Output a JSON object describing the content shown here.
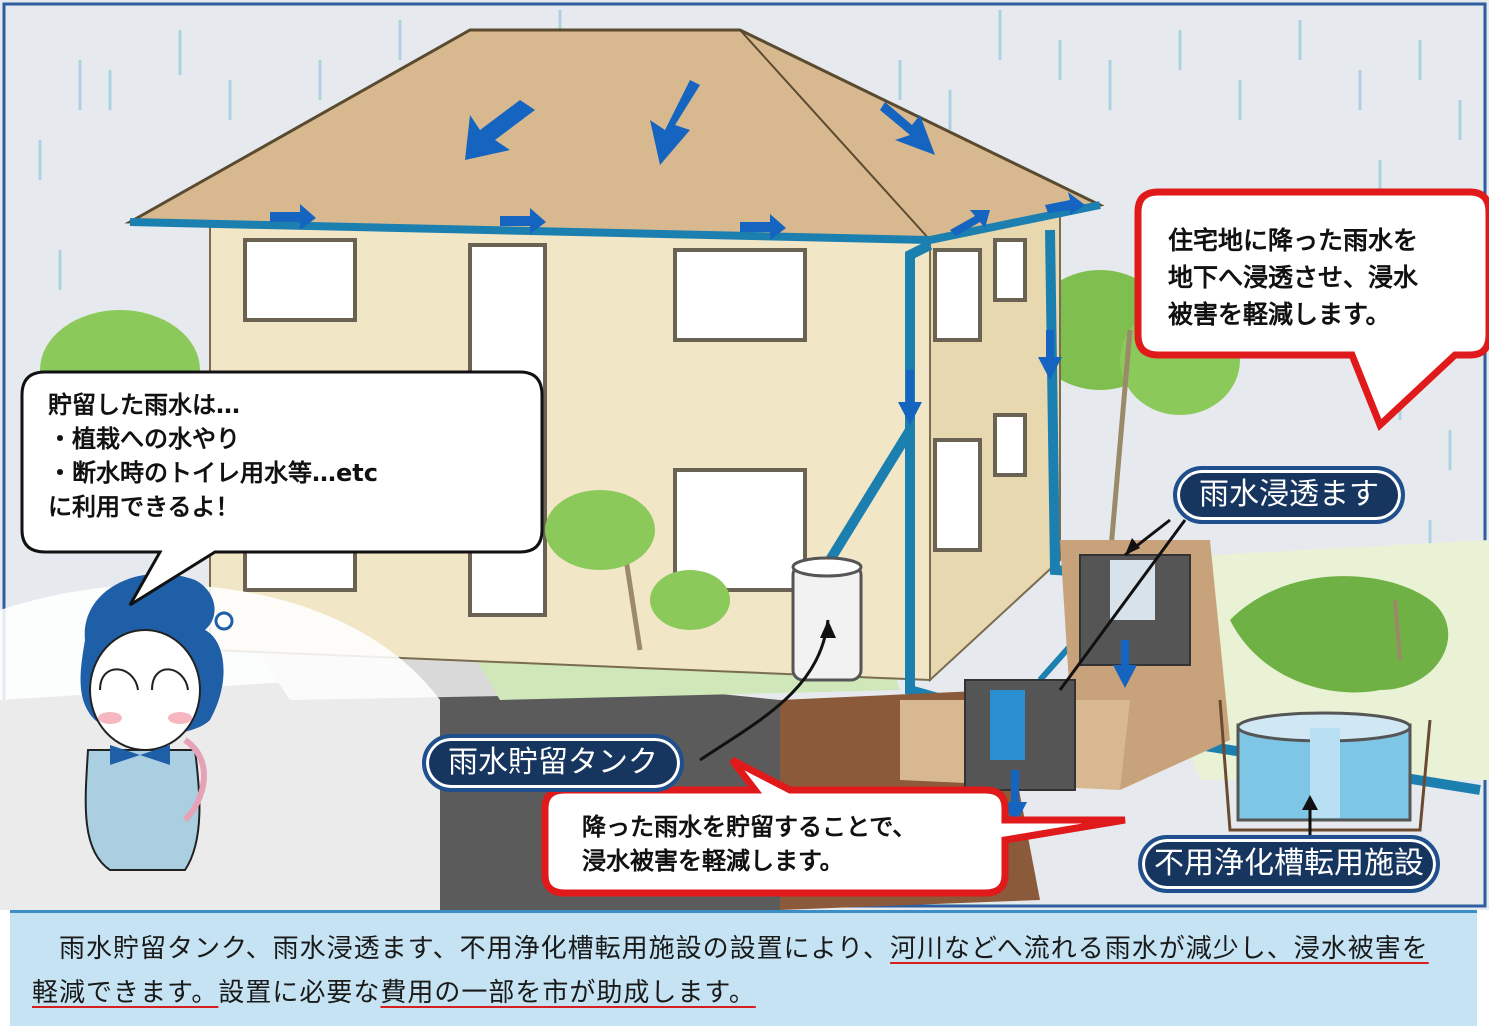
{
  "bubbles": {
    "character": "貯留した雨水は…\n・植栽への水やり\n・断水時のトイレ用水等…etc\nに利用できるよ！",
    "infiltration": "住宅地に降った雨水を\n地下へ浸透させ、浸水\n被害を軽減します。",
    "storage": "降った雨水を貯留することで、\n浸水被害を軽減します。"
  },
  "labels": {
    "tank": "雨水貯留タンク",
    "infiltration_basin": "雨水浸透ます",
    "septic_reuse": "不用浄化槽転用施設"
  },
  "caption": {
    "part1": "　雨水貯留タンク、雨水浸透ます、不用浄化槽転用施設の設置により、",
    "part2": "河川などへ流れる雨水が減少し、浸水被害を軽減できます。",
    "part3": "設置に必要な",
    "part4": "費用の一部を市が助成します。"
  },
  "colors": {
    "bubble_red": "#e01a1a",
    "pipe_blue": "#1b7fb0",
    "arrow_blue": "#1565c0",
    "label_navy": "#17365f",
    "caption_bg": "#c5e3f3"
  }
}
